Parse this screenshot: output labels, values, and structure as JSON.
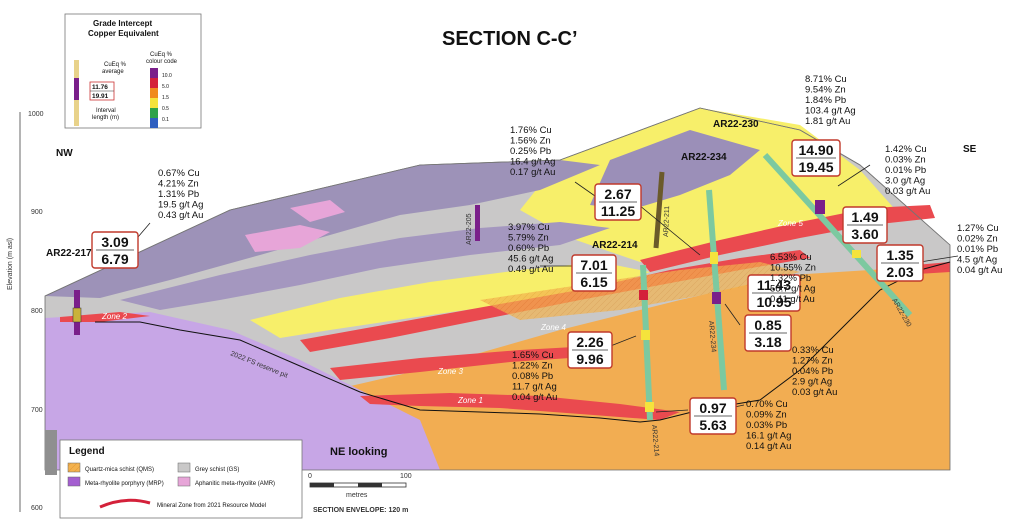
{
  "title": "SECTION C-C’",
  "orientation": {
    "nw": "NW",
    "se": "SE",
    "looking": "NE looking"
  },
  "axis": {
    "label": "Elevation (m asl)",
    "ticks": [
      "1000",
      "900",
      "800",
      "700",
      "600"
    ]
  },
  "inset": {
    "title_line1": "Grade Intercept",
    "title_line2": "Copper Equivalent",
    "avg_label_1": "CuEq %",
    "avg_label_2": "average",
    "avg_value": "11.76",
    "len_value": "19.91",
    "len_label_1": "Interval",
    "len_label_2": "length (m)",
    "colour_label_1": "CuEq %",
    "colour_label_2": "colour code",
    "colour_ticks": [
      "10.0",
      "5.0",
      "1.5",
      "0.5",
      "0.1"
    ],
    "colours": [
      "#7a1f8a",
      "#d4213a",
      "#f08a1e",
      "#f5e33c",
      "#2ea24a",
      "#2f5fbf"
    ]
  },
  "legend": {
    "title": "Legend",
    "items": [
      "Quartz-mica schist (QMS)",
      "Grey schist (GS)",
      "Meta-rhyolite porphyry (MRP)",
      "Aphanitic meta-rhyolite (AMR)"
    ],
    "zone_item": "Mineral Zone from 2021 Resource Model"
  },
  "scale": {
    "zero": "0",
    "hundred": "100",
    "unit": "metres",
    "envelope": "SECTION ENVELOPE: 120 m"
  },
  "zones": [
    "Zone 1",
    "Zone 2",
    "Zone 3",
    "Zone 4",
    "Zone 5"
  ],
  "pit_label": "2022 FS reserve pit",
  "holes": {
    "ar22_217": "AR22-217",
    "ar22_205": "AR22-205",
    "ar22_211": "AR22-211",
    "ar22_214": "AR22-214",
    "ar22_214b": "AR22-214",
    "ar22_234": "AR22-234",
    "ar22_234b": "AR22-234",
    "ar22_230": "AR22-230",
    "ar22_230b": "AR22-230"
  },
  "intercepts": [
    {
      "avg": "3.09",
      "len": "6.79"
    },
    {
      "avg": "2.67",
      "len": "11.25"
    },
    {
      "avg": "7.01",
      "len": "6.15"
    },
    {
      "avg": "14.90",
      "len": "19.45"
    },
    {
      "avg": "1.49",
      "len": "3.60"
    },
    {
      "avg": "1.35",
      "len": "2.03"
    },
    {
      "avg": "11.43",
      "len": "10.95"
    },
    {
      "avg": "0.85",
      "len": "3.18"
    },
    {
      "avg": "2.26",
      "len": "9.96"
    },
    {
      "avg": "0.97",
      "len": "5.63"
    }
  ],
  "assays": [
    [
      "0.67% Cu",
      "4.21% Zn",
      "1.31% Pb",
      "19.5 g/t Ag",
      "0.43 g/t Au"
    ],
    [
      "1.76% Cu",
      "1.56% Zn",
      "0.25% Pb",
      "16.4 g/t Ag",
      "0.17 g/t Au"
    ],
    [
      "3.97% Cu",
      "5.79% Zn",
      "0.60% Pb",
      "45.6 g/t Ag",
      "0.49 g/t Au"
    ],
    [
      "8.71% Cu",
      "9.54% Zn",
      "1.84% Pb",
      "103.4 g/t Ag",
      "1.81 g/t Au"
    ],
    [
      "1.42% Cu",
      "0.03% Zn",
      "0.01% Pb",
      "3.0 g/t Ag",
      "0.03 g/t Au"
    ],
    [
      "1.27% Cu",
      "0.02% Zn",
      "0.01% Pb",
      "4.5 g/t Ag",
      "0.04 g/t Au"
    ],
    [
      "6.53% Cu",
      "10.55% Zn",
      "1.32% Pb",
      "56.7 g/t Ag",
      "0.11 g/t Au"
    ],
    [
      "0.33% Cu",
      "1.27% Zn",
      "0.04% Pb",
      "2.9 g/t Ag",
      "0.03 g/t Au"
    ],
    [
      "1.65% Cu",
      "1.22% Zn",
      "0.08% Pb",
      "11.7 g/t Ag",
      "0.04 g/t Au"
    ],
    [
      "0.70% Cu",
      "0.09% Zn",
      "0.03% Pb",
      "16.1 g/t Ag",
      "0.14 g/t Au"
    ]
  ]
}
